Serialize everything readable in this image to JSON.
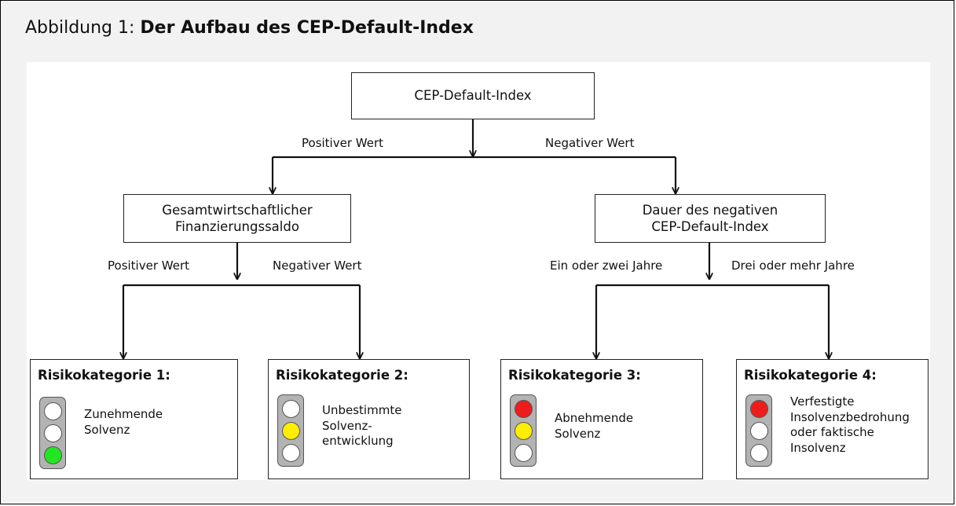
{
  "figure": {
    "caption_prefix": "Abbildung 1: ",
    "caption_title": "Der Aufbau des CEP-Default-Index"
  },
  "diagram": {
    "root": "CEP-Default-Index",
    "root_branches": {
      "left": "Positiver Wert",
      "right": "Negativer Wert"
    },
    "left_node": {
      "line1": "Gesamtwirtschaftlicher",
      "line2": "Finanzierungssaldo"
    },
    "left_branches": {
      "left": "Positiver Wert",
      "right": "Negativer Wert"
    },
    "right_node": {
      "line1": "Dauer des negativen",
      "line2": "CEP-Default-Index"
    },
    "right_branches": {
      "left": "Ein oder zwei Jahre",
      "right": "Drei oder mehr Jahre"
    },
    "categories": [
      {
        "title": "Risikokategorie 1:",
        "lines": [
          "Zunehmende",
          "Solvenz"
        ],
        "lamps": [
          "off",
          "off",
          "green"
        ]
      },
      {
        "title": "Risikokategorie 2:",
        "lines": [
          "Unbestimmte",
          "Solvenz-",
          "entwicklung"
        ],
        "lamps": [
          "off",
          "yellow",
          "off"
        ]
      },
      {
        "title": "Risikokategorie 3:",
        "lines": [
          "Abnehmende",
          "Solvenz"
        ],
        "lamps": [
          "red",
          "yellow",
          "off"
        ]
      },
      {
        "title": "Risikokategorie 4:",
        "lines": [
          "Verfestigte",
          "Insolvenzbedrohung",
          "oder faktische",
          "Insolvenz"
        ],
        "lamps": [
          "red",
          "off",
          "off"
        ]
      }
    ]
  },
  "colors": {
    "red": "#ee1c1c",
    "yellow": "#ffee00",
    "green": "#22e622",
    "off": "#ffffff"
  }
}
